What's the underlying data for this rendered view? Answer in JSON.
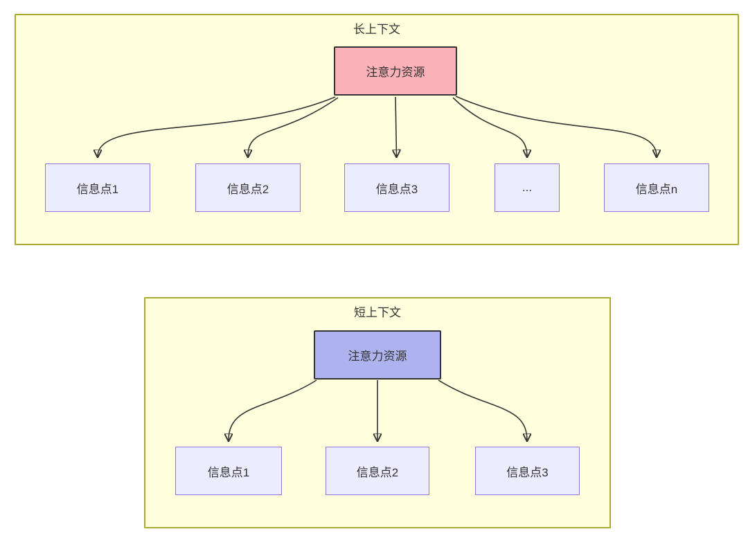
{
  "long_context": {
    "title": "长上下文",
    "attention_label": "注意力资源",
    "info_points": [
      "信息点1",
      "信息点2",
      "信息点3",
      "...",
      "信息点n"
    ]
  },
  "short_context": {
    "title": "短上下文",
    "attention_label": "注意力资源",
    "info_points": [
      "信息点1",
      "信息点2",
      "信息点3"
    ]
  },
  "colors": {
    "page_background": "#FFFFFF",
    "cluster_fill": "#FFFFDE",
    "cluster_border": "#AAAA33",
    "info_node_fill": "#ECECFF",
    "info_node_border": "#9370DB",
    "attention_long_fill": "#FAB1B7",
    "attention_short_fill": "#AEB2EE",
    "attention_border": "#333333",
    "arrow_color": "#333333",
    "text_color": "#333333"
  }
}
